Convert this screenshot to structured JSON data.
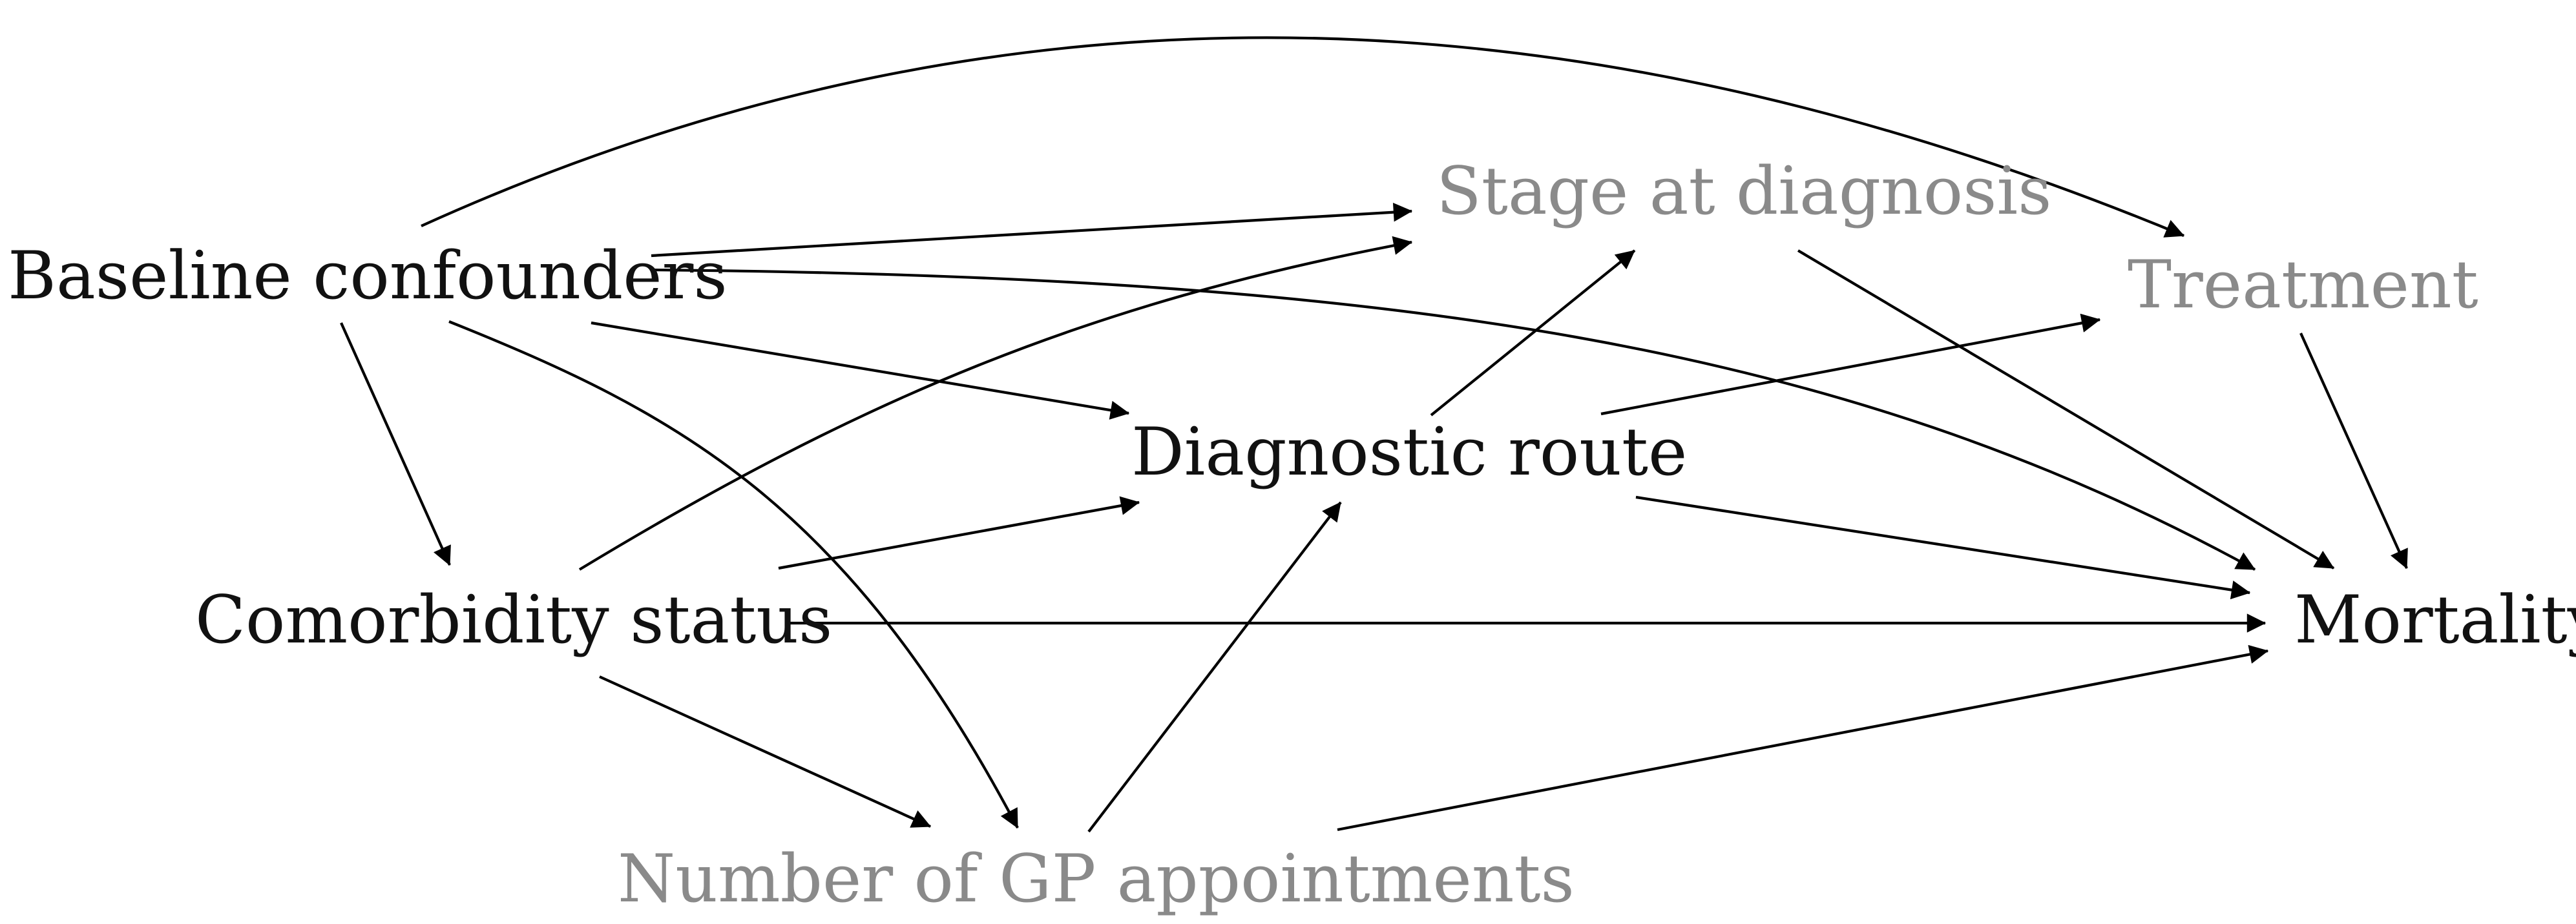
{
  "diagram": {
    "colors": {
      "primary": "#111111",
      "secondary": "#8a8a8a",
      "edge": "#000000"
    },
    "nodes": [
      {
        "id": "baseline",
        "label": "Baseline confounders",
        "tone": "primary"
      },
      {
        "id": "stage",
        "label": "Stage at diagnosis",
        "tone": "secondary"
      },
      {
        "id": "treatment",
        "label": "Treatment",
        "tone": "secondary"
      },
      {
        "id": "route",
        "label": "Diagnostic route",
        "tone": "primary"
      },
      {
        "id": "comorbidity",
        "label": "Comorbidity status",
        "tone": "primary"
      },
      {
        "id": "mortality",
        "label": "Mortality",
        "tone": "primary"
      },
      {
        "id": "gp",
        "label": "Number of GP appointments",
        "tone": "secondary"
      }
    ],
    "edges": [
      {
        "from": "baseline",
        "to": "treatment"
      },
      {
        "from": "baseline",
        "to": "stage"
      },
      {
        "from": "baseline",
        "to": "mortality"
      },
      {
        "from": "baseline",
        "to": "route"
      },
      {
        "from": "baseline",
        "to": "comorbidity"
      },
      {
        "from": "baseline",
        "to": "gp"
      },
      {
        "from": "comorbidity",
        "to": "stage"
      },
      {
        "from": "comorbidity",
        "to": "route"
      },
      {
        "from": "comorbidity",
        "to": "mortality"
      },
      {
        "from": "comorbidity",
        "to": "gp"
      },
      {
        "from": "route",
        "to": "stage"
      },
      {
        "from": "route",
        "to": "treatment"
      },
      {
        "from": "route",
        "to": "mortality"
      },
      {
        "from": "stage",
        "to": "mortality"
      },
      {
        "from": "treatment",
        "to": "mortality"
      },
      {
        "from": "gp",
        "to": "route"
      },
      {
        "from": "gp",
        "to": "mortality"
      }
    ]
  }
}
